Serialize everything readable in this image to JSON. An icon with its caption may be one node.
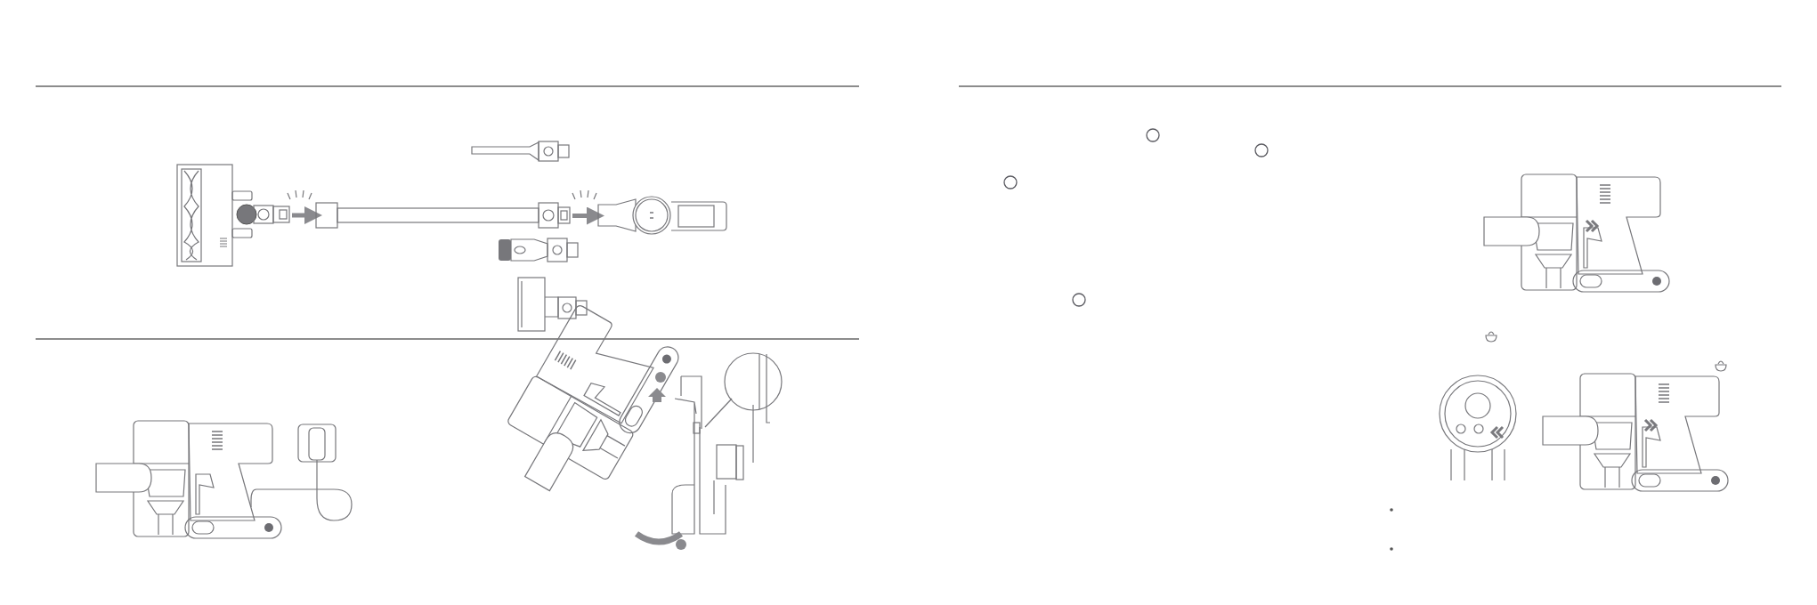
{
  "diagram": {
    "nodes": [
      {
        "text": [],
        "shape": "picture"
      },
      {
        "text": [],
        "shape": "picture"
      },
      {
        "text": [],
        "shape": "picture"
      }
    ],
    "edges": [
      {
        "from": 0,
        "to": 1,
        "arrow": "to"
      },
      {
        "from": 1,
        "to": 2,
        "arrow": "to"
      }
    ]
  }
}
